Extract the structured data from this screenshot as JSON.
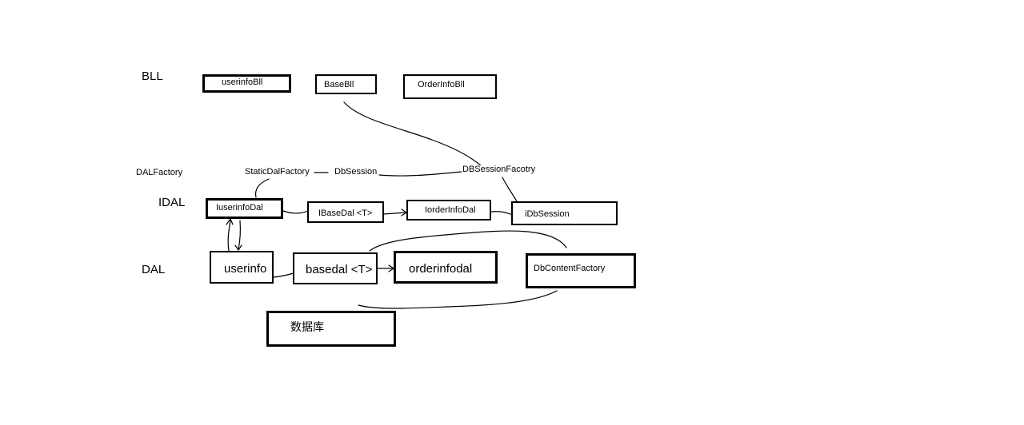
{
  "layers": {
    "bll": "BLL",
    "dal_factory": "DALFactory",
    "idal": "IDAL",
    "dal": "DAL"
  },
  "bll": {
    "userinfo": "userinfoBll",
    "base": "BaseBll",
    "orderinfo": "OrderInfoBll"
  },
  "factory": {
    "static_dal": "StaticDalFactory",
    "db_session": "DbSession",
    "db_session_factory": "DBSessionFacotry"
  },
  "idal": {
    "userinfo": "IuserinfoDal",
    "base": "IBaseDal <T>",
    "orderinfo": "IorderInfoDal",
    "db_session": "iDbSession"
  },
  "dal": {
    "userinfo": "userinfo",
    "base": "basedal <T>",
    "orderinfo": "orderinfodal",
    "db_content_factory": "DbContentFactory"
  },
  "database": "数据库"
}
